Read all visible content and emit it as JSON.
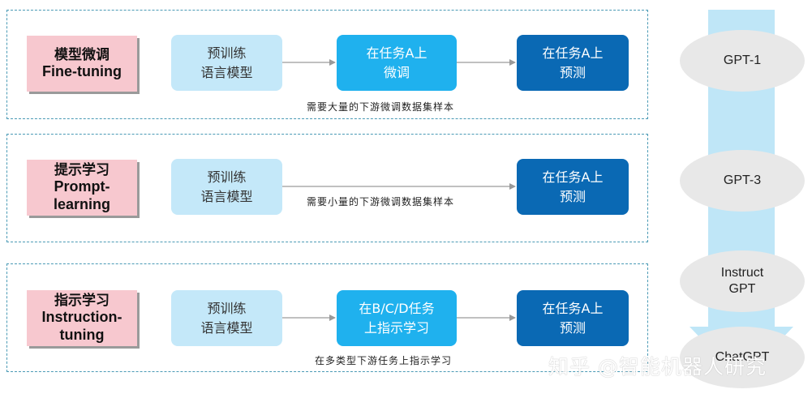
{
  "rows": [
    {
      "label_cn": "模型微调",
      "label_en": "Fine-tuning",
      "pretrain": "预训练\n语言模型",
      "mid": "在任务A上\n微调",
      "final": "在任务A上\n预测",
      "note": "需要大量的下游微调数据集样本"
    },
    {
      "label_cn": "提示学习",
      "label_en": "Prompt-\nlearning",
      "pretrain": "预训练\n语言模型",
      "final": "在任务A上\n预测",
      "note": "需要小量的下游微调数据集样本"
    },
    {
      "label_cn": "指示学习",
      "label_en": "Instruction-\ntuning",
      "pretrain": "预训练\n语言模型",
      "mid": "在B/C/D任务\n上指示学习",
      "final": "在任务A上\n预测",
      "note": "在多类型下游任务上指示学习"
    }
  ],
  "gpt_versions": [
    "GPT-1",
    "GPT-3",
    "Instruct\nGPT",
    "ChatGPT"
  ],
  "watermark": "知乎 @智能机器人研究",
  "colors": {
    "label_bg": "#f7c8cf",
    "pretrain_bg": "#c4e8f9",
    "mid_bg": "#1fb1ee",
    "final_bg": "#0a69b4",
    "timeline_arrow": "#bfe6f7",
    "panel_border": "#4a9ab5"
  }
}
